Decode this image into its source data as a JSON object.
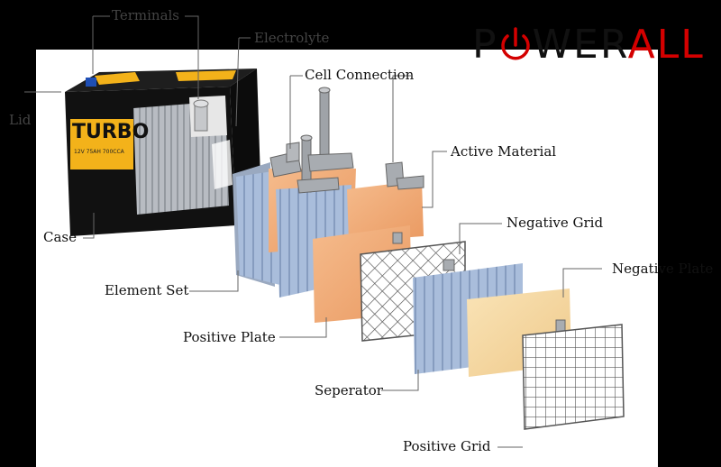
{
  "logo": {
    "part1": "P",
    "part2": "WER",
    "part3": "ALL"
  },
  "battery": {
    "brand": "TURBO",
    "spec": "12V 75AH 700CCA"
  },
  "labels": {
    "terminals": "Terminals",
    "electrolyte": "Electrolyte",
    "lid": "Lid",
    "case": "Case",
    "cell_connection": "Cell Connection",
    "active_material": "Active Material",
    "negative_grid": "Negative Grid",
    "negative_plate": "Negative Plate",
    "element_set": "Element Set",
    "positive_plate": "Positive Plate",
    "seperator": "Seperator",
    "positive_grid": "Positive Grid"
  },
  "colors": {
    "brand_red": "#d40000",
    "battery_yellow": "#f3b21a",
    "plate_orange": "#f2ae7a",
    "separator_blue": "#a9bddb",
    "plate_cream": "#f6d9a2"
  }
}
